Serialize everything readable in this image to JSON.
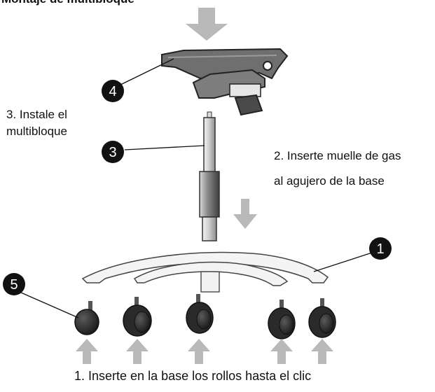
{
  "title": "Montaje de multibloque",
  "steps": {
    "step1": "1. Inserte en la base los rollos hasta el clic",
    "step2": [
      "2. Inserte muelle de gas",
      "al agujero de la base"
    ],
    "step3": [
      "3. Instale el",
      "multibloque"
    ]
  },
  "callouts": {
    "c1": "1",
    "c3": "3",
    "c4": "4",
    "c5": "5"
  },
  "colors": {
    "arrow": "#b9b9b9",
    "callout": "#111111",
    "part_dark": "#6f6f6f",
    "outline": "#222222"
  }
}
